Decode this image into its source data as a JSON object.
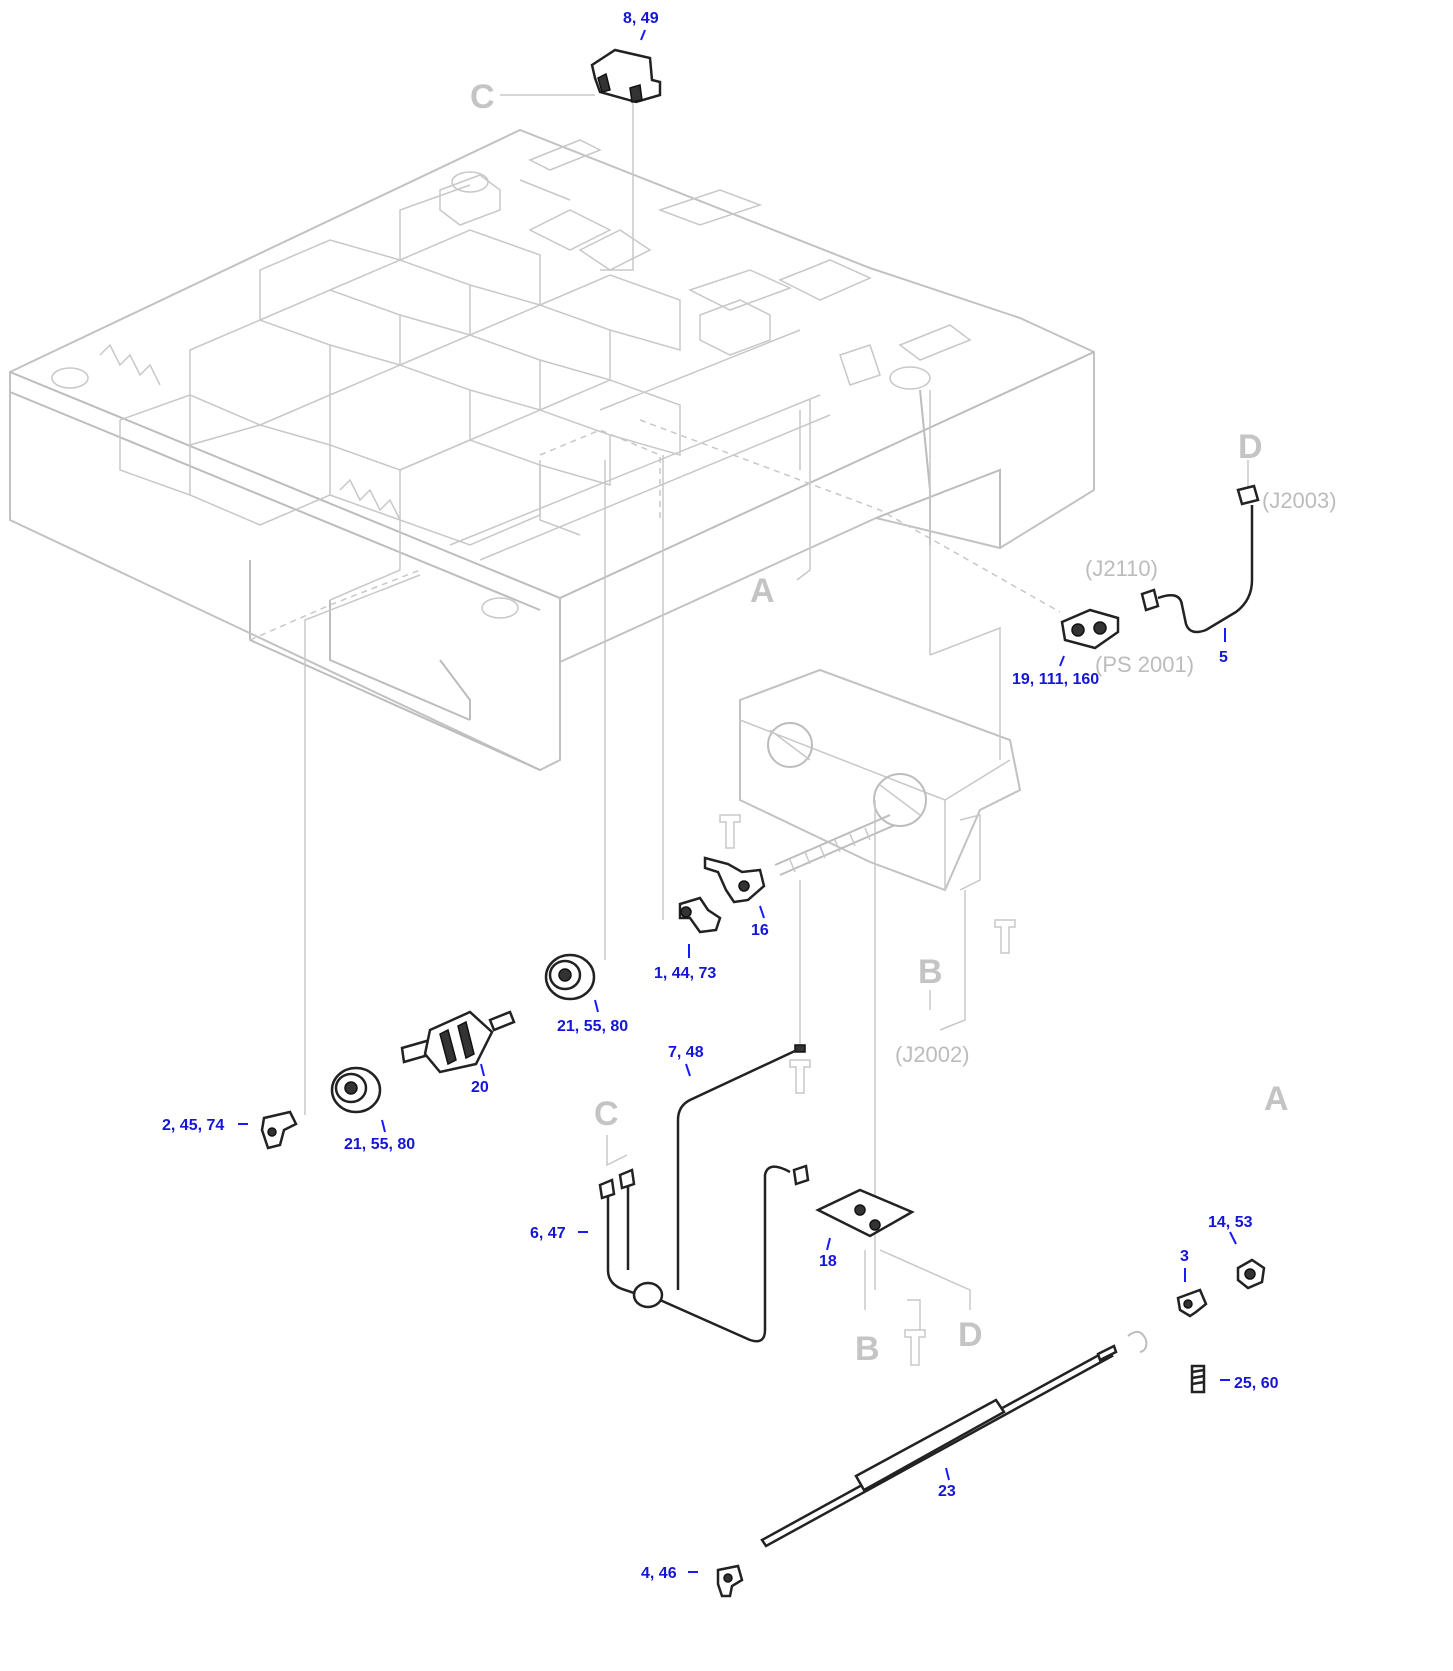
{
  "callouts": [
    {
      "id": "c-8-49",
      "label": "8, 49"
    },
    {
      "id": "c-19-111-160",
      "label": "19, 111, 160"
    },
    {
      "id": "c-5",
      "label": "5"
    },
    {
      "id": "c-16",
      "label": "16"
    },
    {
      "id": "c-1-44-73",
      "label": "1, 44, 73"
    },
    {
      "id": "c-21-55-80-a",
      "label": "21, 55, 80"
    },
    {
      "id": "c-20",
      "label": "20"
    },
    {
      "id": "c-7-48",
      "label": "7, 48"
    },
    {
      "id": "c-2-45-74",
      "label": "2, 45, 74"
    },
    {
      "id": "c-21-55-80-b",
      "label": "21, 55, 80"
    },
    {
      "id": "c-6-47",
      "label": "6, 47"
    },
    {
      "id": "c-18",
      "label": "18"
    },
    {
      "id": "c-14-53",
      "label": "14, 53"
    },
    {
      "id": "c-3",
      "label": "3"
    },
    {
      "id": "c-25-60",
      "label": "25, 60"
    },
    {
      "id": "c-23",
      "label": "23"
    },
    {
      "id": "c-4-46",
      "label": "4, 46"
    }
  ],
  "reference_letters": {
    "c_top": "C",
    "a_mid": "A",
    "d_right": "D",
    "b_mid": "B",
    "a_right": "A",
    "c_low": "C",
    "b_low": "B",
    "d_low": "D"
  },
  "connectors": {
    "j2003": "(J2003)",
    "j2110": "(J2110)",
    "ps2001": "(PS 2001)",
    "j2002": "(J2002)"
  }
}
